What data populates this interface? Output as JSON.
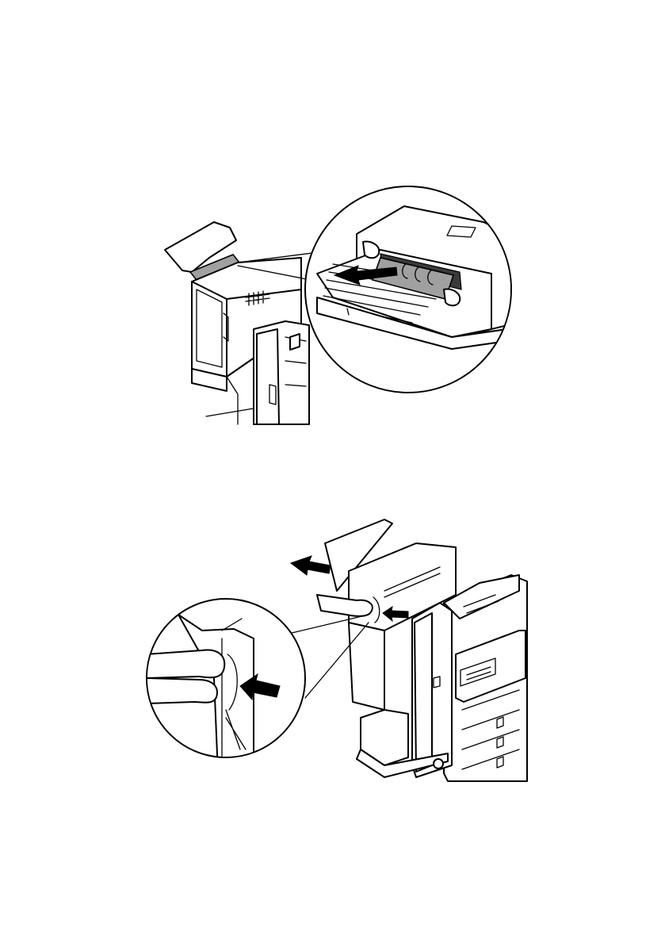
{
  "figures": [
    {
      "id": "fig1",
      "subject": "finisher-top-cover-paper-jam-removal",
      "arrows": [
        {
          "direction": "left",
          "meaning": "pull-jammed-paper"
        }
      ]
    },
    {
      "id": "fig2",
      "subject": "finisher-slide-away-from-printer",
      "arrows": [
        {
          "direction": "up-left",
          "meaning": "move-finisher-away"
        },
        {
          "direction": "left",
          "meaning": "press-release-lever"
        },
        {
          "direction": "left",
          "meaning": "press-release-lever-detail"
        }
      ]
    }
  ]
}
